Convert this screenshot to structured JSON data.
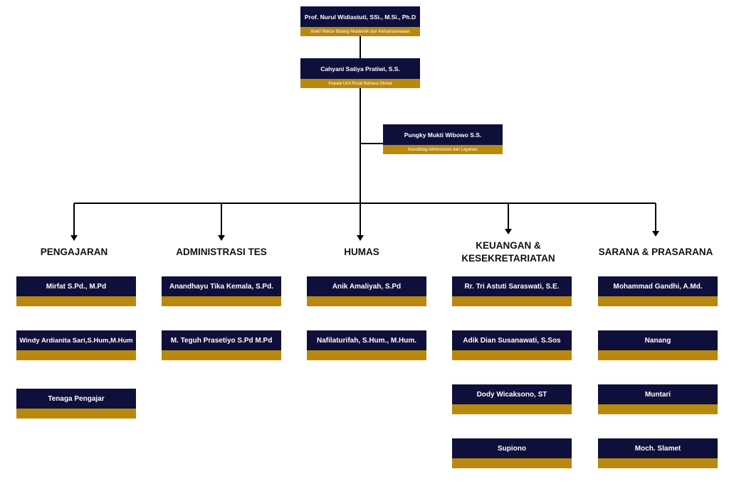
{
  "leadership": {
    "vice_rector": {
      "name": "Prof. Nurul Widiastuti, SSi., M.Si., Ph.D",
      "role": "Wakil Rektor Bidang Akademik dan Kemahasiswaan"
    },
    "head": {
      "name": "Cahyani Satiya Pratiwi, S.S.",
      "role": "Kepala Unit Pusat Bahasa Global"
    },
    "admin_head": {
      "name": "Pungky Mukti Wibowo S.S.",
      "role": "Kasubbag Administrasi dan Layanan"
    }
  },
  "departments": [
    {
      "title": "PENGAJARAN",
      "members": [
        "Mirfat S.Pd., M.Pd",
        "Windy Ardianita Sari,S.Hum,M.Hum",
        "Tenaga Pengajar"
      ]
    },
    {
      "title": "ADMINISTRASI TES",
      "members": [
        "Anandhayu Tika Kemala, S.Pd.",
        "M. Teguh Prasetiyo S.Pd M.Pd"
      ]
    },
    {
      "title": "HUMAS",
      "members": [
        "Anik Amaliyah, S.Pd",
        "Nafilaturifah, S.Hum., M.Hum."
      ]
    },
    {
      "title": "KEUANGAN & KESEKRETARIATAN",
      "members": [
        "Rr. Tri Astuti Saraswati, S.E.",
        "Adik Dian Susanawati, S.Sos",
        "Dody Wicaksono, ST",
        "Supiono"
      ]
    },
    {
      "title": "SARANA & PRASARANA",
      "members": [
        "Mohammad Gandhi, A.Md.",
        "Nanang",
        "Muntari",
        "Moch. Slamet"
      ]
    }
  ],
  "colors": {
    "box": "#0f0f3c",
    "accent": "#b8890e",
    "line": "#000000"
  }
}
